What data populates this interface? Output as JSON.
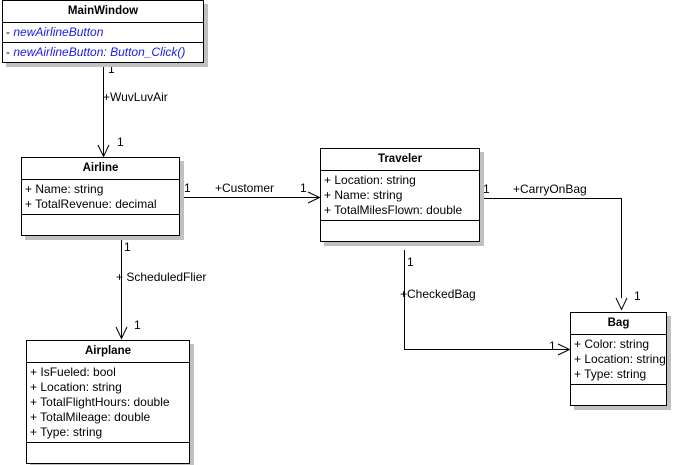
{
  "diagram": {
    "type": "uml-class-diagram",
    "background": "#ffffff",
    "line_color": "#000000",
    "shadow_color": "#c0c0c0",
    "code_text_color": "#1a1aee"
  },
  "classes": {
    "mainwindow": {
      "name": "MainWindow",
      "attributes": [
        {
          "visibility": "-",
          "text": "newAirlineButton"
        }
      ],
      "operations": [
        {
          "visibility": "-",
          "text": "newAirlineButton: Button_Click()"
        }
      ]
    },
    "airline": {
      "name": "Airline",
      "attributes": [
        {
          "visibility": "+",
          "text": "Name: string"
        },
        {
          "visibility": "+",
          "text": "TotalRevenue: decimal"
        }
      ],
      "operations": []
    },
    "traveler": {
      "name": "Traveler",
      "attributes": [
        {
          "visibility": "+",
          "text": "Location: string"
        },
        {
          "visibility": "+",
          "text": "Name: string"
        },
        {
          "visibility": "+",
          "text": "TotalMilesFlown: double"
        }
      ],
      "operations": []
    },
    "airplane": {
      "name": "Airplane",
      "attributes": [
        {
          "visibility": "+",
          "text": "IsFueled: bool"
        },
        {
          "visibility": "+",
          "text": "Location: string"
        },
        {
          "visibility": "+",
          "text": "TotalFlightHours: double"
        },
        {
          "visibility": "+",
          "text": "TotalMileage: double"
        },
        {
          "visibility": "+",
          "text": "Type: string"
        }
      ],
      "operations": []
    },
    "bag": {
      "name": "Bag",
      "attributes": [
        {
          "visibility": "+",
          "text": "Color: string"
        },
        {
          "visibility": "+",
          "text": "Location: string"
        },
        {
          "visibility": "+",
          "text": "Type: string"
        }
      ],
      "operations": []
    }
  },
  "associations": [
    {
      "id": "mainwindow-airline",
      "label": "+WuvLuvAir",
      "source": "MainWindow",
      "target": "Airline",
      "source_multiplicity": "1",
      "target_multiplicity": "1"
    },
    {
      "id": "airline-traveler",
      "label": "+Customer",
      "source": "Airline",
      "target": "Traveler",
      "source_multiplicity": "1",
      "target_multiplicity": "1"
    },
    {
      "id": "airline-airplane",
      "label": "+ ScheduledFlier",
      "source": "Airline",
      "target": "Airplane",
      "source_multiplicity": "1",
      "target_multiplicity": "1"
    },
    {
      "id": "traveler-bag-carryon",
      "label": "+CarryOnBag",
      "source": "Traveler",
      "target": "Bag",
      "source_multiplicity": "1",
      "target_multiplicity": "1"
    },
    {
      "id": "traveler-bag-checked",
      "label": "+CheckedBag",
      "source": "Traveler",
      "target": "Bag",
      "source_multiplicity": "1",
      "target_multiplicity": "1"
    }
  ]
}
